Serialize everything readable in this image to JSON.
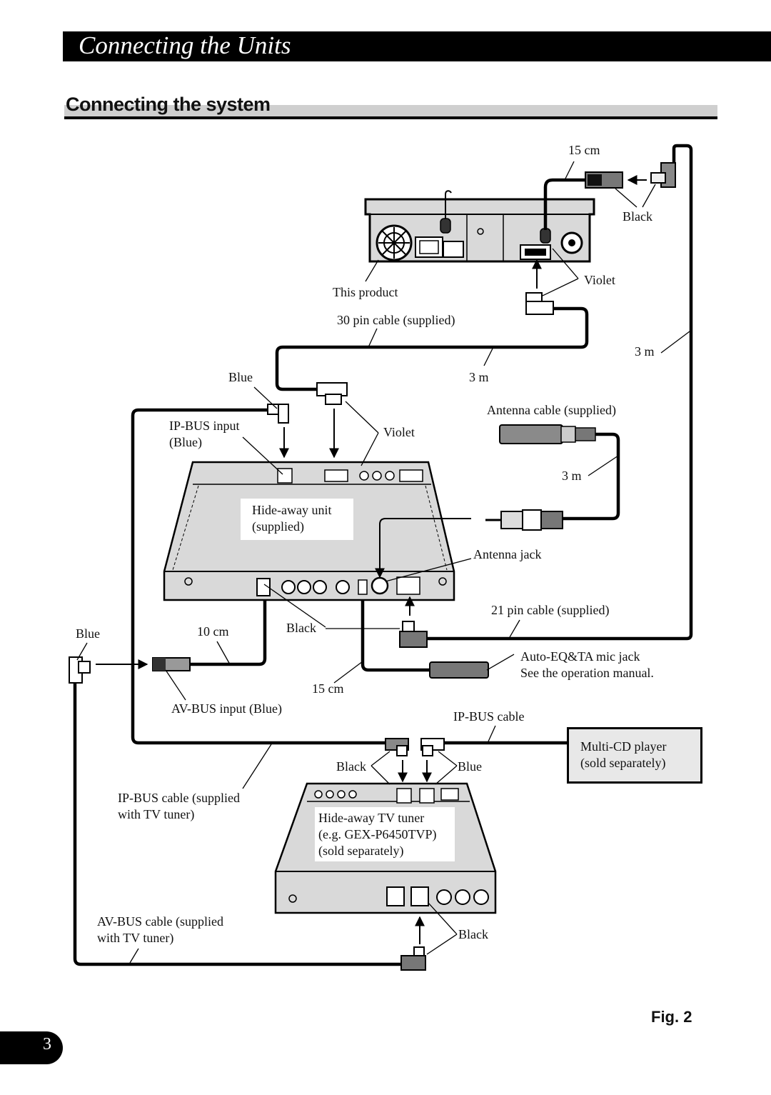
{
  "header": {
    "chapter_title": "Connecting the Units"
  },
  "section": {
    "title": "Connecting the system"
  },
  "labels": {
    "cm15_top": "15 cm",
    "black_top": "Black",
    "violet_top": "Violet",
    "this_product": "This product",
    "pin30": "30 pin cable (supplied)",
    "m3_right": "3 m",
    "m3_mid": "3 m",
    "blue_ipbus": "Blue",
    "ipbus_input": "IP-BUS input",
    "ipbus_input_blue": "(Blue)",
    "violet_mid": "Violet",
    "antenna_cable": "Antenna cable (supplied)",
    "m3_antenna": "3 m",
    "hideaway_unit_1": "Hide-away unit",
    "hideaway_unit_2": "(supplied)",
    "antenna_jack": "Antenna jack",
    "pin21": "21 pin cable (supplied)",
    "blue_left": "Blue",
    "cm10": "10 cm",
    "black_mid": "Black",
    "mic_jack": "Auto-EQ&TA mic jack",
    "mic_manual": "See the operation manual.",
    "cm15_bottom": "15 cm",
    "avbus_input": "AV-BUS input (Blue)",
    "ipbus_cable": "IP-BUS cable",
    "multicd_1": "Multi-CD player",
    "multicd_2": "(sold separately)",
    "black_tuner": "Black",
    "blue_tuner": "Blue",
    "ipbus_tv_1": "IP-BUS cable (supplied",
    "ipbus_tv_2": "with TV tuner)",
    "tuner_1": "Hide-away TV tuner",
    "tuner_2": "(e.g. GEX-P6450TVP)",
    "tuner_3": "(sold separately)",
    "avbus_tv_1": "AV-BUS cable (supplied",
    "avbus_tv_2": "with TV tuner)",
    "black_bottom": "Black"
  },
  "figure_label": "Fig. 2",
  "page_number": "3",
  "colors": {
    "ink": "#000000",
    "panel_gray": "#d9d9d9",
    "box_gray": "#e8e8e8",
    "band_gray": "#cfcfcf"
  }
}
